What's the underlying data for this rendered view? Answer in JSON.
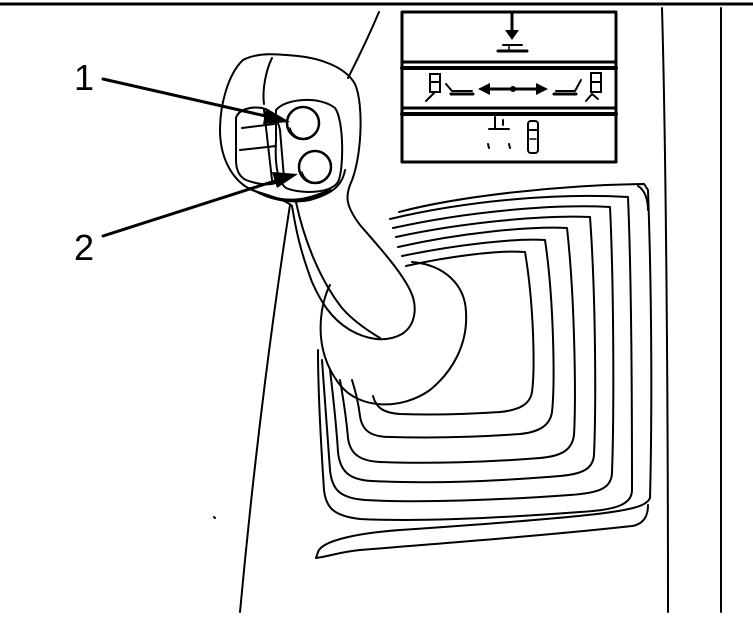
{
  "callouts": [
    {
      "label": "1",
      "target": "upper-joystick-button"
    },
    {
      "label": "2",
      "target": "lower-joystick-button"
    }
  ],
  "colors": {
    "ink": "#000000",
    "background": "#ffffff"
  },
  "icons": [
    "down-arrow-icon",
    "float-symbol-icon",
    "horizontal-double-arrow-icon",
    "bucket-tilt-left-icon",
    "bucket-tilt-right-icon",
    "joystick-mini-icon"
  ]
}
